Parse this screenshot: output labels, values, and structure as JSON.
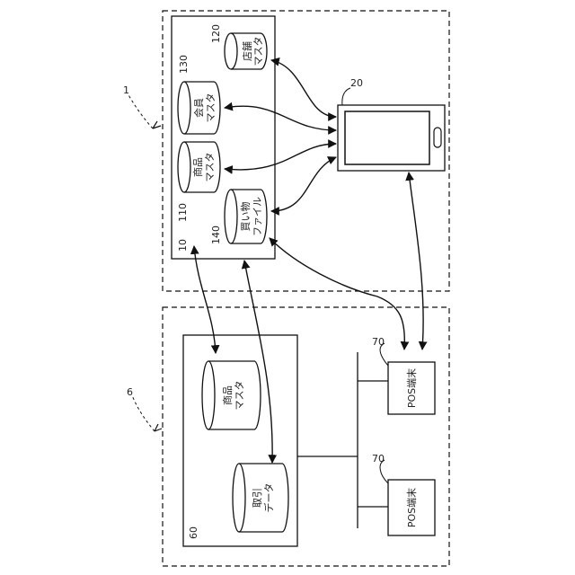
{
  "systems": {
    "server": {
      "ref": "1",
      "box_ref": "10",
      "databases": [
        {
          "ref": "120",
          "line1": "店舗",
          "line2": "マスタ"
        },
        {
          "ref": "130",
          "line1": "会員",
          "line2": "マスタ"
        },
        {
          "ref": "110",
          "line1": "商品",
          "line2": "マスタ"
        },
        {
          "ref": "140",
          "line1": "買い物",
          "line2": "ファイル"
        }
      ]
    },
    "device": {
      "ref": "20"
    },
    "store": {
      "ref": "6",
      "box_ref": "60",
      "databases": [
        {
          "line1": "商品",
          "line2": "マスタ"
        },
        {
          "line1": "取引",
          "line2": "データ"
        }
      ],
      "terminals": [
        {
          "ref": "70",
          "label": "POS端末"
        },
        {
          "ref": "70",
          "label": "POS端末"
        }
      ]
    }
  }
}
